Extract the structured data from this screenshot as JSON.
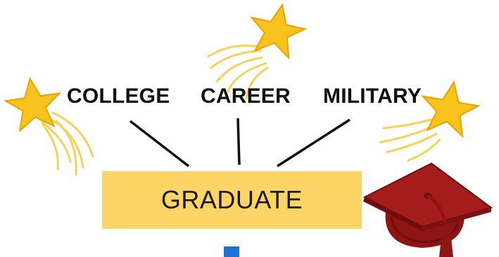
{
  "diagram": {
    "center_label": "GRADUATE",
    "branches": [
      {
        "label": "COLLEGE"
      },
      {
        "label": "CAREER"
      },
      {
        "label": "MILITARY"
      }
    ]
  },
  "colors": {
    "box_fill": "#fdd466",
    "star_fill": "#f7c31c",
    "star_edge": "#e8a400",
    "trail": "#f5d25a",
    "cap": "#a51c1c",
    "cap_dark": "#6e0d0d",
    "connector": "#111111",
    "accent_blue": "#1f6fd1"
  },
  "icons": [
    "star-icon",
    "graduation-cap-icon"
  ]
}
